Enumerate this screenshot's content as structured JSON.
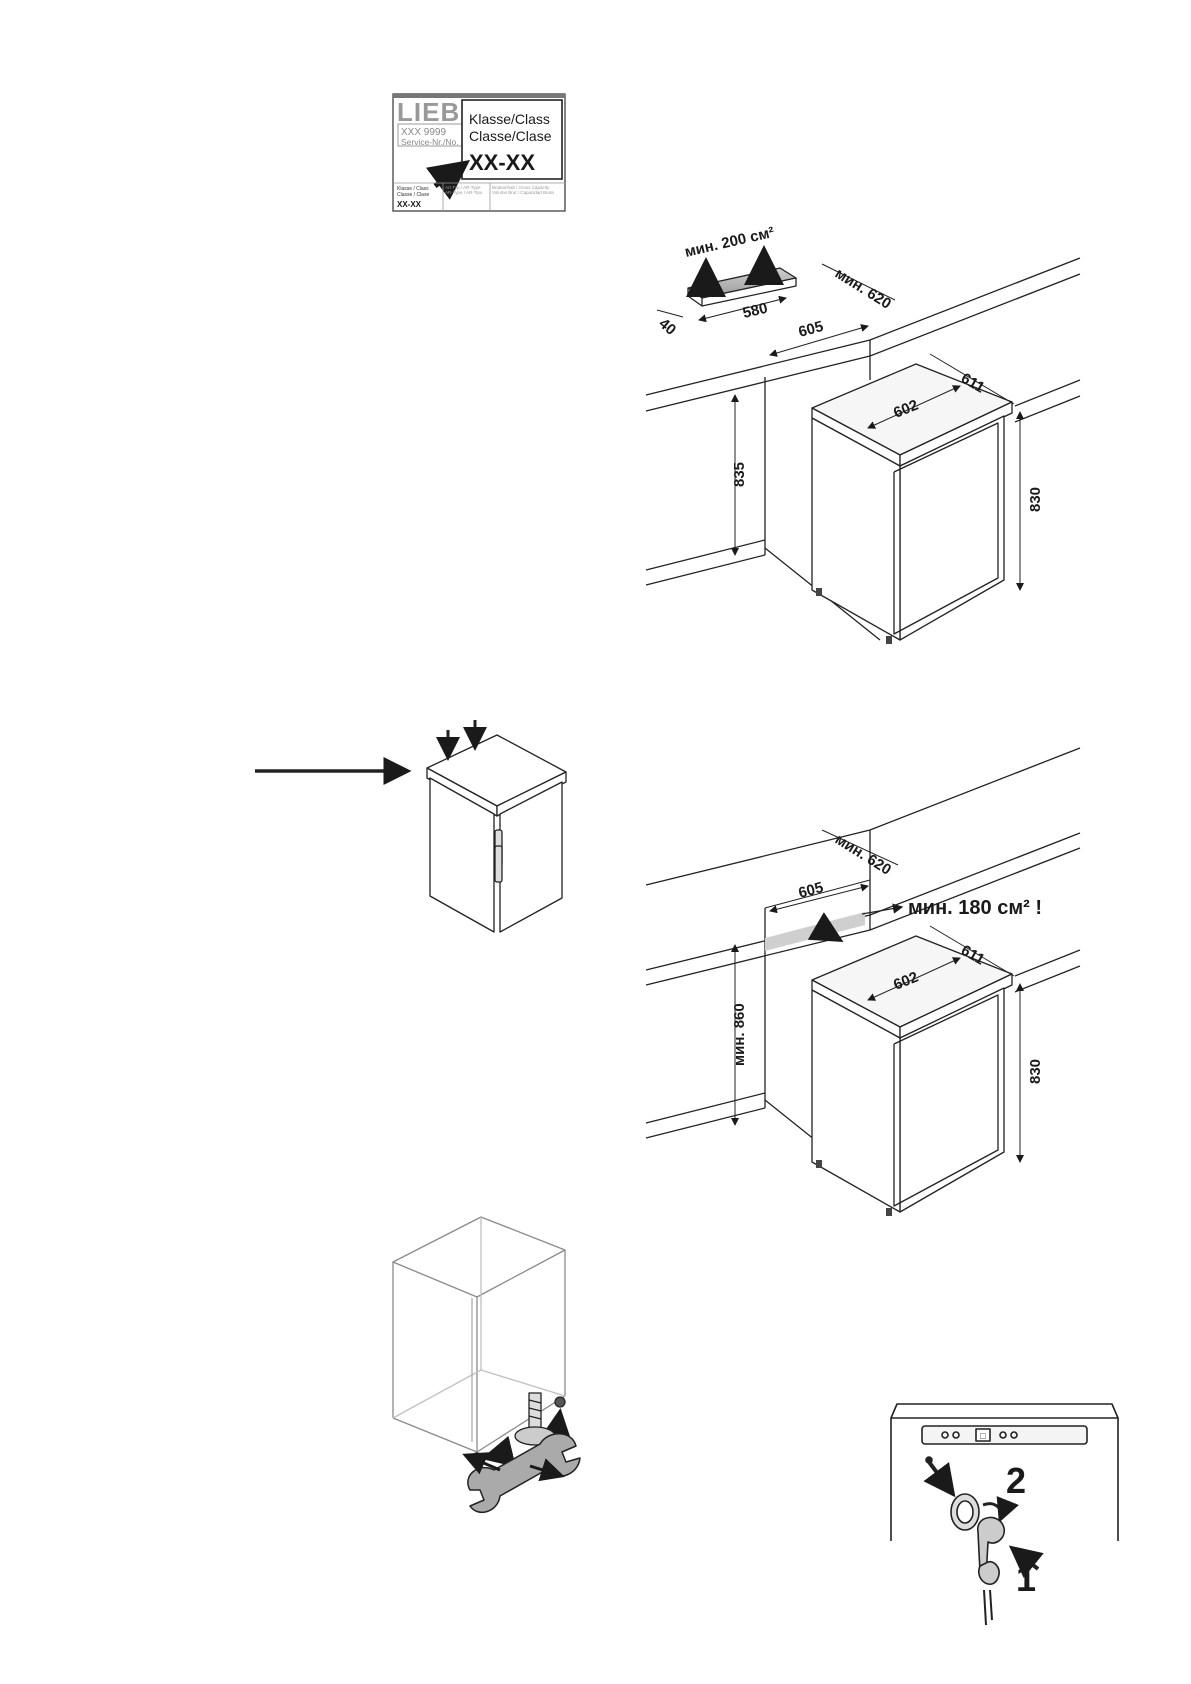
{
  "rating_plate": {
    "logo_text": "LIEB",
    "model_code": "XXX 9999",
    "service_label": "Service-Nr./No.",
    "class_line_1": "Klasse/Class",
    "class_line_2": "Classe/Clase",
    "class_value": "XX-XX",
    "footer_class_label_1": "Klasse / Class",
    "footer_class_label_2": "Classe / Clase",
    "footer_class_value": "XX-XX",
    "footer_type_1": "Art-Typ / AR-Type",
    "footer_type_2": "AR-Type / AR-Tipo",
    "footer_volume_1": "Bruttoinhalt / Gross Capacity",
    "footer_volume_2": "Volume Brut / Capacidad Bruta"
  },
  "installation_top_vent": {
    "vent_area": "мин. 200 см²",
    "vent_depth": "40",
    "vent_width": "580",
    "niche_depth": "мин. 620",
    "niche_width": "605",
    "niche_height": "835",
    "appliance_width": "602",
    "appliance_depth": "611",
    "appliance_height": "830"
  },
  "installation_rear_vent": {
    "niche_depth": "мин. 620",
    "niche_width": "605",
    "vent_area": "мин. 180 см² !",
    "niche_height": "мин. 860",
    "appliance_width": "602",
    "appliance_depth": "611",
    "appliance_height": "830"
  },
  "lock_steps": {
    "step_1": "1",
    "step_2": "2"
  }
}
